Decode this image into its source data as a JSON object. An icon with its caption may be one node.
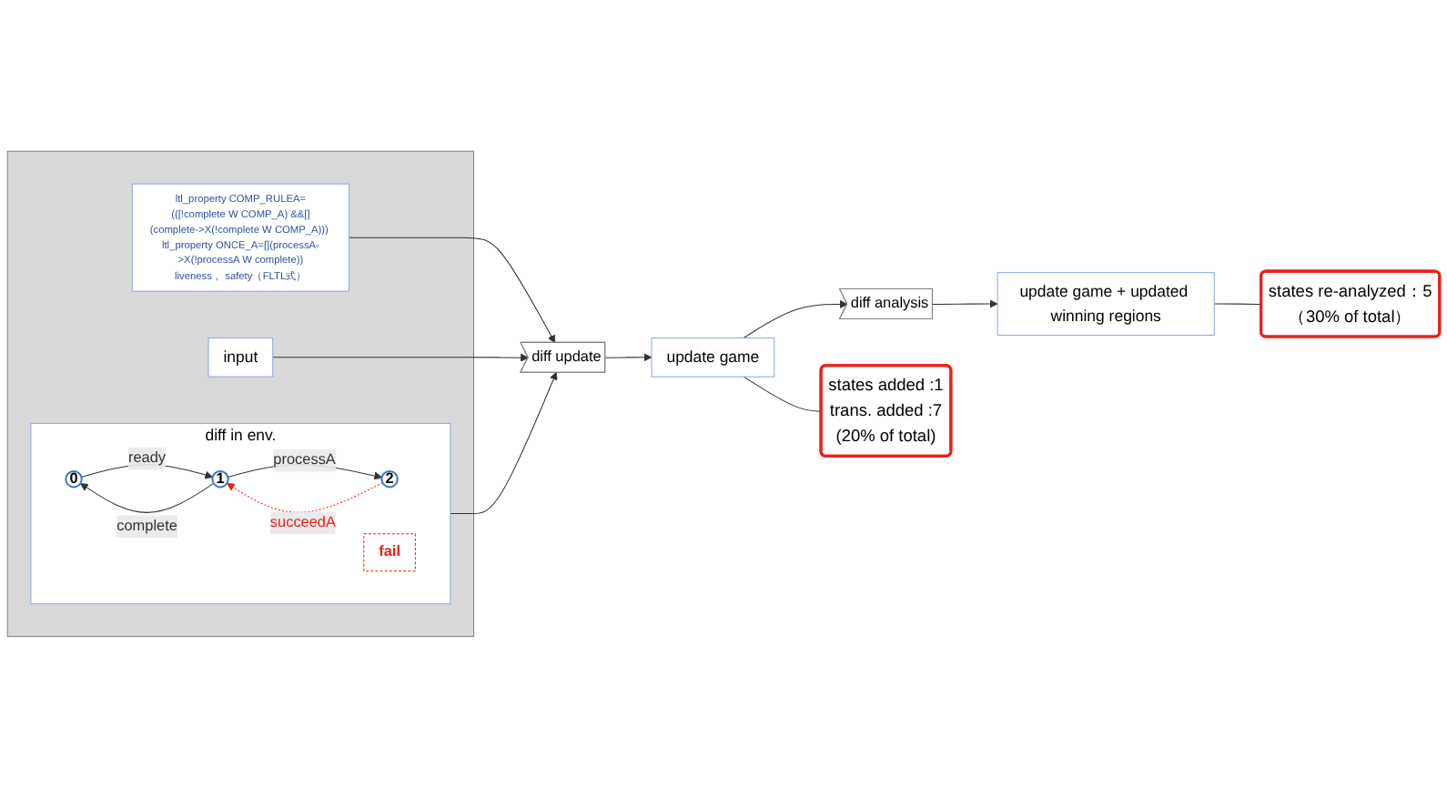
{
  "diagram": {
    "nodes": [
      {
        "text": [],
        "shape": "box"
      },
      {
        "text": [
          "diff in env."
        ],
        "in": 0
      },
      {
        "text": [
          "0"
        ],
        "in": 1
      },
      {
        "text": [
          "1"
        ],
        "in": 1
      },
      {
        "text": [
          "2"
        ],
        "in": 1
      },
      {
        "text": [
          "fail"
        ],
        "in": 1
      },
      {
        "text": [
          "ltl_property COMP_RULEA=(([!complete W COMP_A) &&[](complete->X(!complete W COMP_A))) ltl_property ONCE_A=[](processA->X(!processA W complete))",
          "liveness， safety（FLTL式）"
        ],
        "in": 0
      },
      {
        "text": [
          "input"
        ],
        "in": 0
      },
      {
        "text": [
          "diff update"
        ]
      },
      {
        "text": [
          "diff analysis"
        ]
      },
      {
        "text": [
          "update game"
        ]
      },
      {
        "text": [
          "states added :1",
          "trans. added :7",
          "(20% of total)"
        ]
      },
      {
        "text": [
          "update game + updated winning regions"
        ]
      },
      {
        "text": [
          "states re-analyzed：5",
          "（30% of total）"
        ]
      }
    ],
    "edges": [
      {
        "from": 2,
        "to": 3,
        "arrow": "to",
        "label": "ready"
      },
      {
        "from": 3,
        "to": 4,
        "arrow": "to",
        "label": "processA"
      },
      {
        "from": 3,
        "to": 2,
        "arrow": "to",
        "label": "complete"
      },
      {
        "from": 4,
        "to": 3,
        "arrow": "to",
        "label": "succeedA",
        "style": "dashed",
        "color": "#e8221b"
      },
      {
        "from": 1,
        "to": 8,
        "arrow": "to"
      },
      {
        "from": 6,
        "to": 8,
        "arrow": "to"
      },
      {
        "from": 7,
        "to": 8,
        "arrow": "to"
      },
      {
        "from": 8,
        "to": 10,
        "arrow": "to"
      },
      {
        "from": 10,
        "to": 9,
        "arrow": "to"
      },
      {
        "from": 9,
        "to": 12,
        "arrow": "to"
      },
      {
        "from": 10,
        "to": 11,
        "arrow": "none"
      },
      {
        "from": 12,
        "to": 13,
        "arrow": "none"
      }
    ]
  }
}
